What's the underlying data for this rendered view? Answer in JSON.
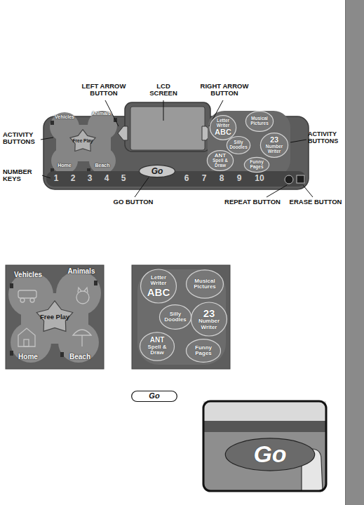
{
  "diagram": {
    "nodes": [
      {
        "text": [
          "Free Play"
        ]
      },
      {
        "text": [
          "Letter Writer",
          "ABC"
        ]
      },
      {
        "text": [
          "Musical Pictures"
        ]
      },
      {
        "text": [
          "Silly Doodles"
        ]
      },
      {
        "text": [
          "23",
          "Number Writer"
        ]
      },
      {
        "text": [
          "ANT",
          "Spell & Draw"
        ]
      },
      {
        "text": [
          "Funny Pages"
        ]
      },
      {
        "text": [
          "Go"
        ]
      },
      {
        "text": [
          "Free Play"
        ]
      },
      {
        "text": [
          "Letter Writer",
          "ABC"
        ]
      },
      {
        "text": [
          "Musical Pictures"
        ]
      },
      {
        "text": [
          "Silly Doodles"
        ]
      },
      {
        "text": [
          "23",
          "Number Writer"
        ]
      },
      {
        "text": [
          "ANT",
          "Spell & Draw"
        ]
      },
      {
        "text": [
          "Funny Pages"
        ]
      },
      {
        "text": [
          "Go"
        ]
      },
      {
        "text": [
          "Go"
        ]
      }
    ],
    "labels": [
      "LEFT ARROW BUTTON",
      "LCD SCREEN",
      "RIGHT ARROW BUTTON",
      "ACTIVITY BUTTONS",
      "Vehicles",
      "Animals",
      "Home",
      "Beach",
      "ACTIVITY BUTTONS",
      "NUMBER KEYS",
      "1",
      "2",
      "3",
      "4",
      "5",
      "6",
      "7",
      "8",
      "9",
      "10",
      "GO BUTTON",
      "REPEAT BUTTON",
      "ERASE BUTTON",
      "Vehicles",
      "Animals",
      "Home",
      "Beach"
    ]
  }
}
